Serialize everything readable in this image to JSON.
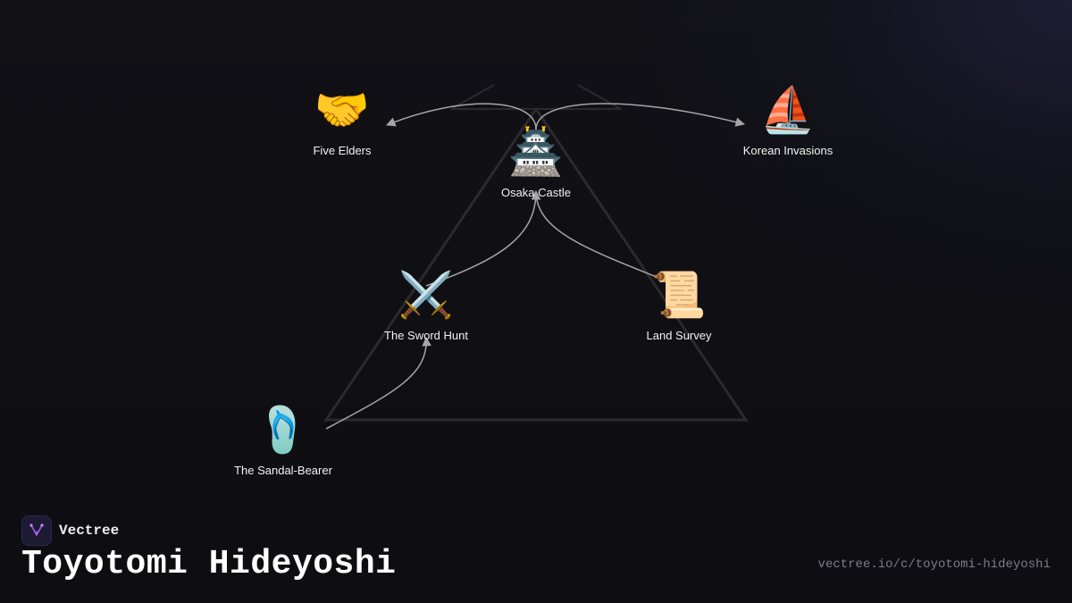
{
  "diagram": {
    "nodes": [
      {
        "id": "osaka",
        "icon": "japanese-castle-icon",
        "glyph": "🏯",
        "label": "Osaka Castle"
      },
      {
        "id": "elders",
        "icon": "handshake-icon",
        "glyph": "🤝",
        "label": "Five Elders"
      },
      {
        "id": "korea",
        "icon": "sailboat-icon",
        "glyph": "⛵",
        "label": "Korean Invasions"
      },
      {
        "id": "sword",
        "icon": "crossed-swords-icon",
        "glyph": "⚔️",
        "label": "The Sword Hunt"
      },
      {
        "id": "survey",
        "icon": "scroll-icon",
        "glyph": "📜",
        "label": "Land Survey"
      },
      {
        "id": "sandal",
        "icon": "sandal-icon",
        "glyph": "🩴",
        "label": "The Sandal-Bearer"
      }
    ],
    "edges": [
      {
        "from": "sandal",
        "to": "sword"
      },
      {
        "from": "sword",
        "to": "osaka"
      },
      {
        "from": "survey",
        "to": "osaka"
      },
      {
        "from": "osaka",
        "to": "elders"
      },
      {
        "from": "osaka",
        "to": "korea"
      }
    ]
  },
  "brand": {
    "name": "Vectree",
    "logo": "vectree-logo-icon"
  },
  "title": "Toyotomi Hideyoshi",
  "url": "vectree.io/c/toyotomi-hideyoshi",
  "colors": {
    "background": "#0f0f13",
    "edge": "#a6a6a6",
    "pyramid": "#2b2b2f",
    "logo_accent": "#a25ee8"
  }
}
